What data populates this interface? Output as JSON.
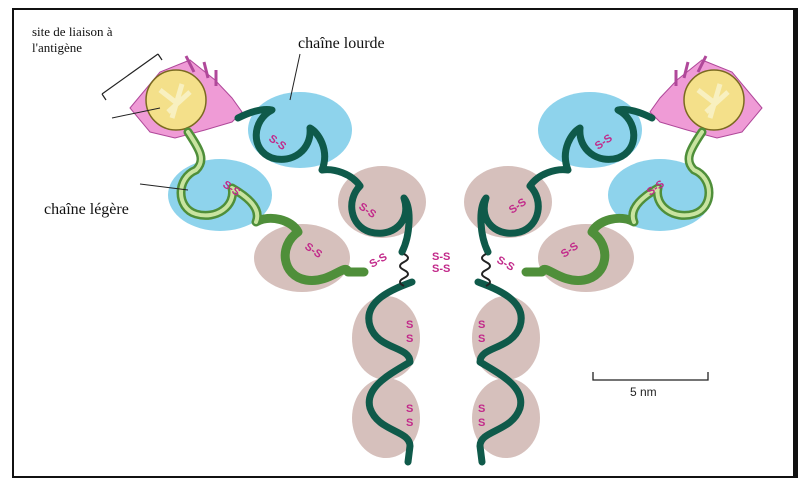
{
  "labels": {
    "antigen_site_line1": "site de liaison à",
    "antigen_site_line2": "l'antigène",
    "heavy_chain": "chaîne lourde",
    "light_chain": "chaîne légère",
    "disulfide": "S-S",
    "disulfide_vertical_top": "S",
    "disulfide_vertical_bottom": "S",
    "scale_bar": "5 nm"
  },
  "colors": {
    "heavy_chain": "#0f5a4a",
    "light_chain_outer": "#4f8f3a",
    "light_chain_inner": "#c9e4a0",
    "variable_domain_bg": "#8ed3ec",
    "constant_domain_bg": "#d6c0bc",
    "antigen_site_fill": "#f4e08a",
    "hypervariable": "#ef9bd6",
    "disulfide": "#c2298a"
  }
}
